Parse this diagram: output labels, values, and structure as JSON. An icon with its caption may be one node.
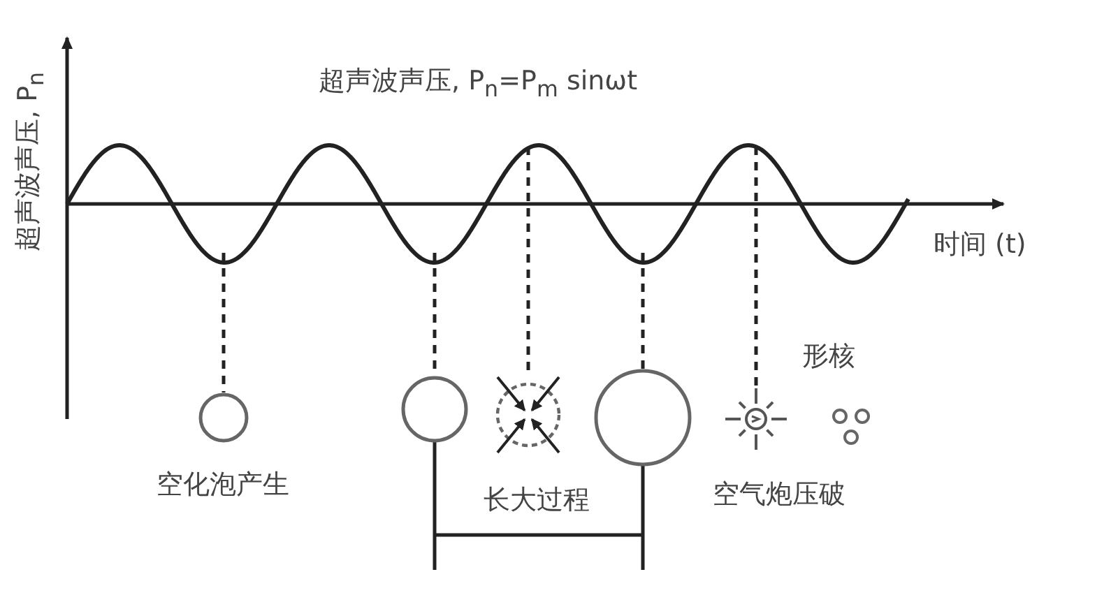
{
  "diagram": {
    "title": "超声波声压, P$_{n}$=P$_{m}$ sinωt",
    "nodes": [
      {
        "text": [],
        "shape": "circle",
        "beside": [
          "空化泡产生"
        ]
      },
      {
        "text": [],
        "shape": "circle"
      },
      {
        "text": [],
        "shape": "circle"
      },
      {
        "text": [],
        "shape": "circle"
      },
      {
        "text": [],
        "shape": "circle",
        "beside": [
          "空气炮压破"
        ]
      },
      {
        "text": [],
        "shape": "circle",
        "beside": [
          "形核"
        ]
      }
    ],
    "edges": [
      {
        "from": null,
        "to": 0,
        "arrow": "none",
        "style": "dashed"
      },
      {
        "from": null,
        "to": 1,
        "arrow": "none",
        "style": "dashed"
      },
      {
        "from": null,
        "to": 2,
        "arrow": "none",
        "style": "dashed"
      },
      {
        "from": null,
        "to": 3,
        "arrow": "none",
        "style": "dashed"
      },
      {
        "from": null,
        "to": 4,
        "arrow": "none",
        "style": "dashed"
      }
    ],
    "labels": [
      "超声波声压, P$_{n}$",
      "时间 (t)",
      "长大过程"
    ]
  }
}
